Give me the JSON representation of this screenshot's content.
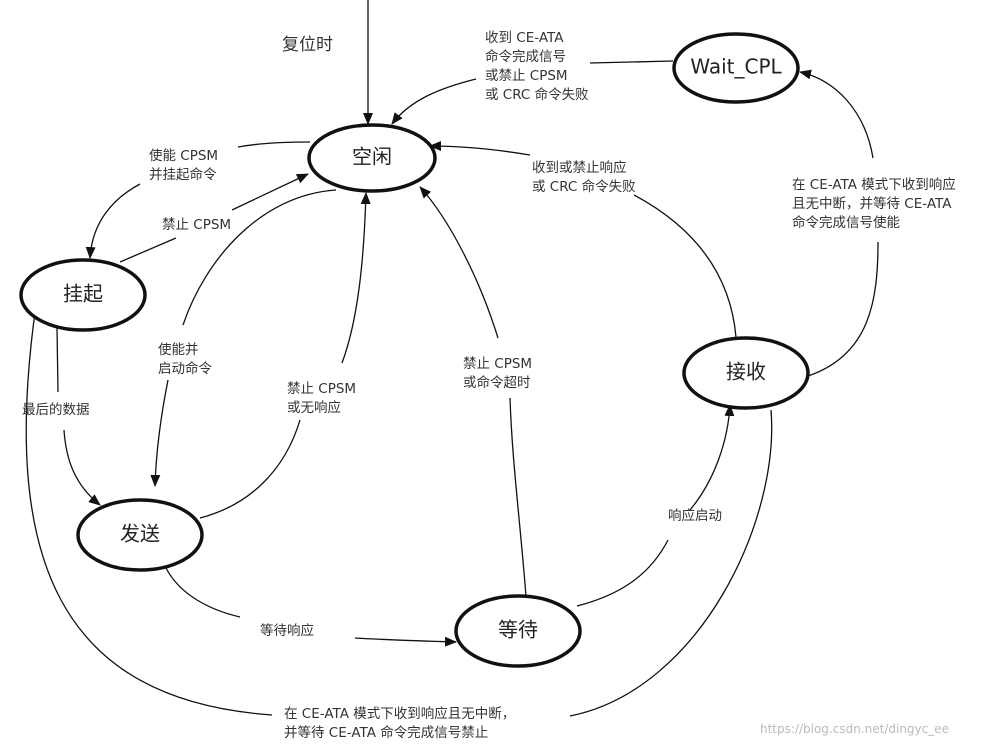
{
  "states": {
    "idle": "空闲",
    "wait_cpl": "Wait_CPL",
    "pend": "挂起",
    "receive": "接收",
    "send": "发送",
    "wait": "等待"
  },
  "transitions": {
    "reset": "复位时",
    "waitcpl_to_idle": [
      "收到 CE-ATA",
      "命令完成信号",
      "或禁止 CPSM",
      "或 CRC 命令失败"
    ],
    "idle_to_pend": [
      "使能 CPSM",
      "并挂起命令"
    ],
    "pend_to_idle": "禁止 CPSM",
    "idle_to_send": [
      "使能并",
      "启动命令"
    ],
    "send_to_idle": [
      "禁止 CPSM",
      "或无响应"
    ],
    "wait_to_idle": [
      "禁止 CPSM",
      "或命令超时"
    ],
    "receive_to_idle": [
      "收到或禁止响应",
      "或 CRC 命令失败"
    ],
    "receive_to_waitcpl": [
      "在 CE-ATA 模式下收到响应",
      "且无中断，并等待 CE-ATA",
      "命令完成信号使能"
    ],
    "pend_to_send": "最后的数据",
    "send_to_wait": "等待响应",
    "wait_to_receive": "响应启动",
    "receive_to_pend": [
      "在 CE-ATA 模式下收到响应且无中断，",
      "并等待 CE-ATA 命令完成信号禁止"
    ]
  },
  "watermark": "https://blog.csdn.net/dingyc_ee"
}
